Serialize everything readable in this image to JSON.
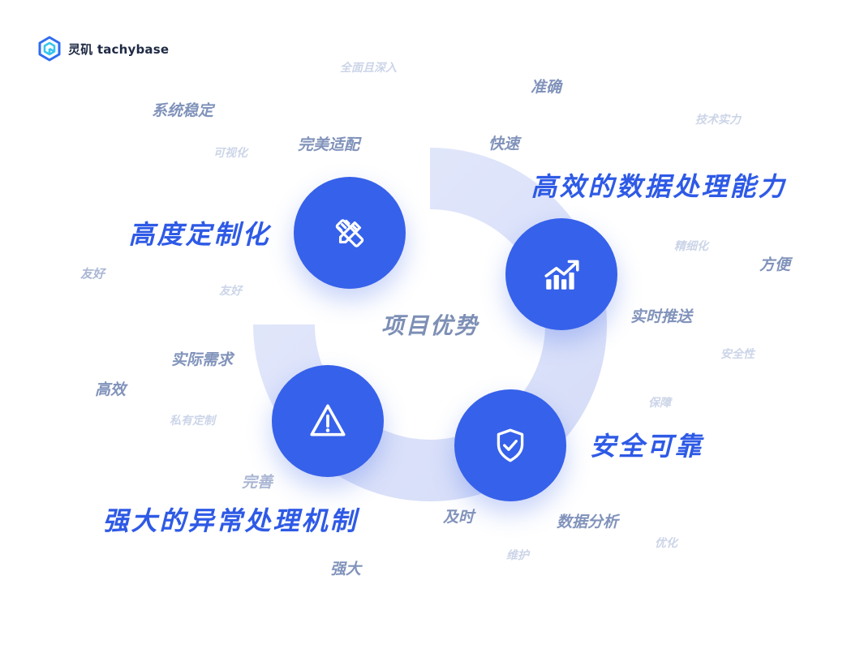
{
  "brand": {
    "name": "灵矶 tachybase"
  },
  "center_title": "项目优势",
  "features": [
    {
      "label": "高度定制化",
      "icon": "pencil-ruler-icon"
    },
    {
      "label": "高效的数据处理能力",
      "icon": "trend-chart-icon"
    },
    {
      "label": "强大的异常处理机制",
      "icon": "warning-icon"
    },
    {
      "label": "安全可靠",
      "icon": "shield-check-icon"
    }
  ],
  "keywords": [
    "全面且深入",
    "准确",
    "系统稳定",
    "技术实力",
    "完美适配",
    "快速",
    "可视化",
    "精细化",
    "方便",
    "友好",
    "友好",
    "实时推送",
    "安全性",
    "实际需求",
    "高效",
    "保障",
    "私有定制",
    "完善",
    "及时",
    "数据分析",
    "优化",
    "维护",
    "强大"
  ],
  "colors": {
    "primary": "#3661ea",
    "feature_text": "#2e5ae6",
    "ring": "#e4e9fb",
    "keyword_dark": "#8193bb",
    "keyword_mid": "#aab6d3",
    "keyword_light": "#ccd5e8"
  }
}
